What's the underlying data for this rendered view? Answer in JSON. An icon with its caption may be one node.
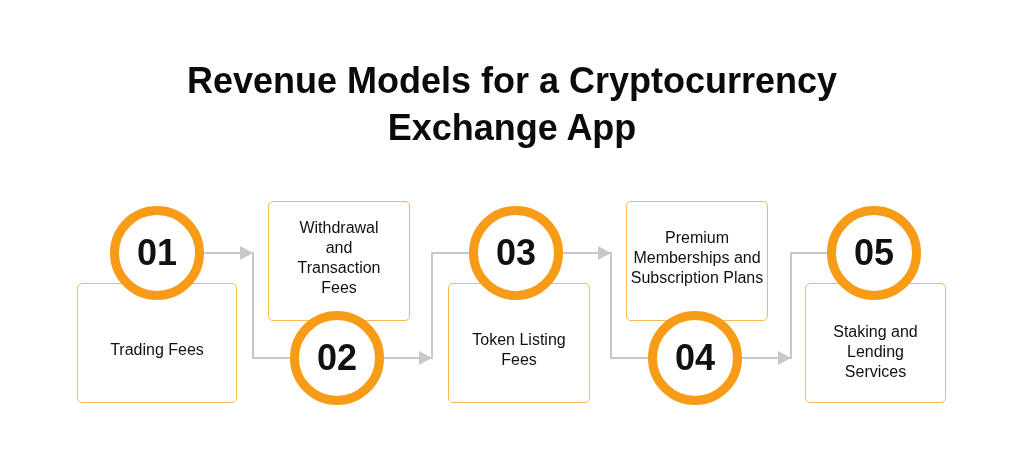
{
  "diagram": {
    "title": "Revenue Models for a Cryptocurrency Exchange App",
    "nodes": [
      {
        "text": [
          "01"
        ]
      },
      {
        "text": [
          "Trading Fees"
        ]
      },
      {
        "text": [
          "Withdrawal and Transaction Fees"
        ]
      },
      {
        "text": [
          "02"
        ]
      },
      {
        "text": [
          "03"
        ]
      },
      {
        "text": [
          "Token Listing Fees"
        ]
      },
      {
        "text": [
          "Premium Memberships and Subscription Plans"
        ]
      },
      {
        "text": [
          "04"
        ]
      },
      {
        "text": [
          "05"
        ]
      },
      {
        "text": [
          "Staking and Lending Services"
        ]
      }
    ],
    "edges": [
      {
        "from": 0,
        "to": 3,
        "arrow": "to"
      },
      {
        "from": 3,
        "to": 4,
        "arrow": "to"
      },
      {
        "from": 4,
        "to": 7,
        "arrow": "to"
      },
      {
        "from": 7,
        "to": 8,
        "arrow": "to"
      }
    ]
  }
}
